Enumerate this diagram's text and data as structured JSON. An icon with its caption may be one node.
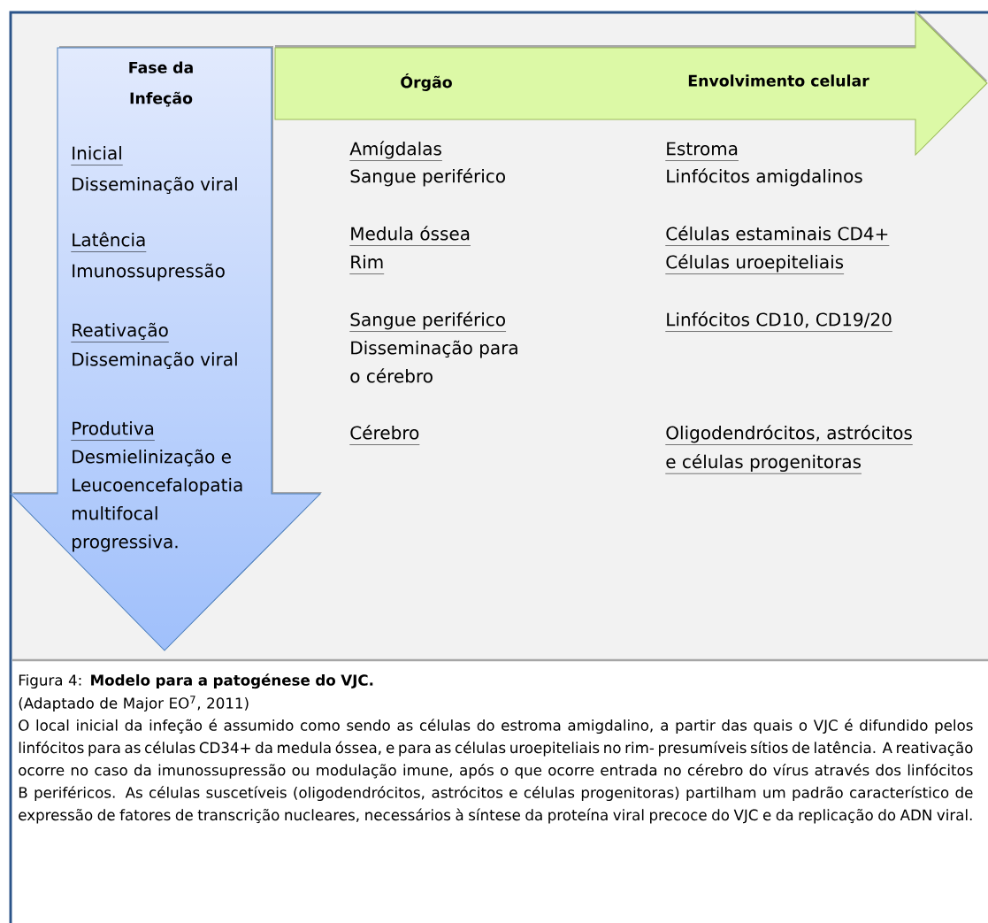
{
  "diagram": {
    "caption": "Figura 4: **Modelo para a patogénese do VJC.**",
    "nodes": [
      {
        "text": [
          "Fase da Infeção",
          "Inicial",
          "Disseminação viral",
          "Latência",
          "Imunossupressão",
          "Reativação",
          "Disseminação viral",
          "Produtiva",
          "Desmielinização e Leucoencefalopatia multifocal progressiva."
        ]
      },
      {
        "text": [
          "Órgão",
          "Envolvimento celular"
        ]
      }
    ],
    "labels": [
      "Amígdalas",
      "Estroma",
      "Sangue periférico",
      "Linfócitos amigdalinos",
      "Medula óssea",
      "Células estaminais CD4+",
      "Rim",
      "Células uroepiteliais",
      "Sangue periférico",
      "Linfócitos CD10, CD19/20",
      "Disseminação para o cérebro",
      "Cérebro",
      "Oligodendrócitos, astrócitos e células progenitoras",
      "(Adaptado de Major EO$^{7}$, 2011)",
      "O local inicial da infeção é assumido como sendo as células do estroma amigdalino, a partir das quais o VJC é difundido pelos linfócitos para as células CD34+ da medula óssea, e para as células uroepiteliais no rim- presumíveis sítios de latência. A reativação ocorre no caso da imunossupressão ou modulação imune, após o que ocorre entrada no cérebro do vírus através dos linfócitos B periféricos. As células suscetíveis (oligodendrócitos, astrócitos e células progenitoras) partilham um padrão característico de expressão de fatores de transcrição nucleares, necessários à síntese da proteína viral precoce do VJC e da replicação do ADN viral."
    ]
  }
}
